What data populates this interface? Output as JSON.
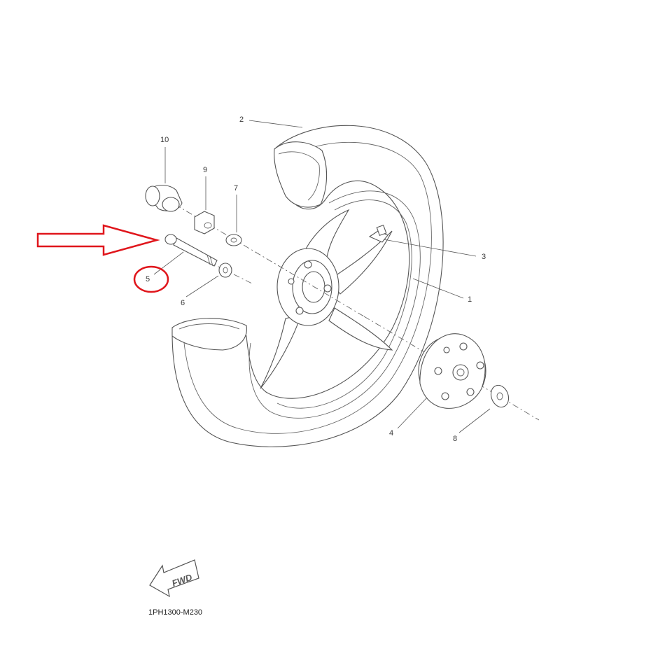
{
  "diagram": {
    "drawing_code": "1PH1300-M230",
    "fwd_label": "FWD",
    "callouts": [
      {
        "id": "1",
        "text": "1"
      },
      {
        "id": "2",
        "text": "2"
      },
      {
        "id": "3",
        "text": "3"
      },
      {
        "id": "4",
        "text": "4"
      },
      {
        "id": "5",
        "text": "5"
      },
      {
        "id": "6",
        "text": "6"
      },
      {
        "id": "7",
        "text": "7"
      },
      {
        "id": "8",
        "text": "8"
      },
      {
        "id": "9",
        "text": "9"
      },
      {
        "id": "10",
        "text": "10"
      }
    ],
    "highlighted_part": "5",
    "highlight_color": "#e0161c",
    "line_color": "#555555"
  }
}
